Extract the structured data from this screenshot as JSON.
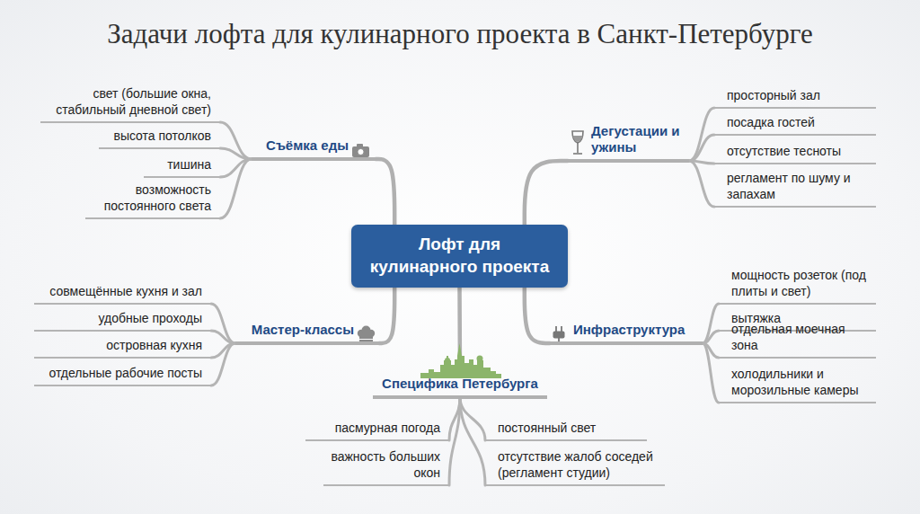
{
  "diagram": {
    "title": "Задачи лофта для кулинарного проекта в Санкт-Петербурге",
    "nodes": [
      {
        "text": [
          "Лофт для кулинарного проекта"
        ]
      },
      {
        "text": [
          "Съёмка еды"
        ]
      },
      {
        "text": [
          "свет (большие окна, стабильный дневной свет)"
        ]
      },
      {
        "text": [
          "высота потолков"
        ]
      },
      {
        "text": [
          "тишина"
        ]
      },
      {
        "text": [
          "возможность постоянного света"
        ]
      },
      {
        "text": [
          "Дегустации и ужины"
        ]
      },
      {
        "text": [
          "просторный зал"
        ]
      },
      {
        "text": [
          "посадка гостей"
        ]
      },
      {
        "text": [
          "отсутствие тесноты"
        ]
      },
      {
        "text": [
          "регламент по шуму и запахам"
        ]
      },
      {
        "text": [
          "Мастер-классы"
        ]
      },
      {
        "text": [
          "совмещённые кухня и зал"
        ]
      },
      {
        "text": [
          "удобные проходы"
        ]
      },
      {
        "text": [
          "островная кухня"
        ]
      },
      {
        "text": [
          "отдельные рабочие посты"
        ]
      },
      {
        "text": [
          "Инфраструктура"
        ]
      },
      {
        "text": [
          "мощность розеток (под плиты и свет)"
        ]
      },
      {
        "text": [
          "вытяжка"
        ]
      },
      {
        "text": [
          "отдельная моечная зона"
        ]
      },
      {
        "text": [
          "холодильники и морозильные камеры"
        ]
      },
      {
        "text": [
          "Специфика Петербурга"
        ]
      },
      {
        "text": [
          "пасмурная погода"
        ]
      },
      {
        "text": [
          "важность больших окон"
        ]
      },
      {
        "text": [
          "постоянный свет"
        ]
      },
      {
        "text": [
          "отсутствие жалоб соседей (регламент студии)"
        ]
      }
    ],
    "edges": [
      {
        "from": 0,
        "to": 1,
        "arrow": "none"
      },
      {
        "from": 1,
        "to": 2,
        "arrow": "none"
      },
      {
        "from": 1,
        "to": 3,
        "arrow": "none"
      },
      {
        "from": 1,
        "to": 4,
        "arrow": "none"
      },
      {
        "from": 1,
        "to": 5,
        "arrow": "none"
      },
      {
        "from": 0,
        "to": 6,
        "arrow": "none"
      },
      {
        "from": 6,
        "to": 7,
        "arrow": "none"
      },
      {
        "from": 6,
        "to": 8,
        "arrow": "none"
      },
      {
        "from": 6,
        "to": 9,
        "arrow": "none"
      },
      {
        "from": 6,
        "to": 10,
        "arrow": "none"
      },
      {
        "from": 0,
        "to": 11,
        "arrow": "none"
      },
      {
        "from": 11,
        "to": 12,
        "arrow": "none"
      },
      {
        "from": 11,
        "to": 13,
        "arrow": "none"
      },
      {
        "from": 11,
        "to": 14,
        "arrow": "none"
      },
      {
        "from": 11,
        "to": 15,
        "arrow": "none"
      },
      {
        "from": 0,
        "to": 16,
        "arrow": "none"
      },
      {
        "from": 16,
        "to": 17,
        "arrow": "none"
      },
      {
        "from": 16,
        "to": 18,
        "arrow": "none"
      },
      {
        "from": 16,
        "to": 19,
        "arrow": "none"
      },
      {
        "from": 16,
        "to": 20,
        "arrow": "none"
      },
      {
        "from": 0,
        "to": 21,
        "arrow": "none"
      },
      {
        "from": 21,
        "to": 22,
        "arrow": "none"
      },
      {
        "from": 21,
        "to": 23,
        "arrow": "none"
      },
      {
        "from": 21,
        "to": 24,
        "arrow": "none"
      },
      {
        "from": 21,
        "to": 25,
        "arrow": "none"
      }
    ]
  }
}
